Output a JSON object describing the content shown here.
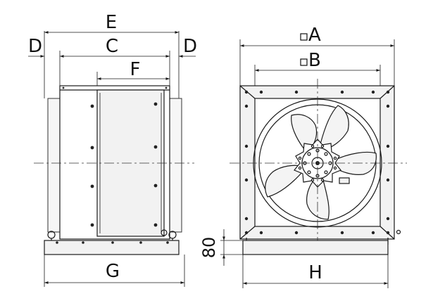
{
  "drawing": {
    "labels": {
      "dim_E": "E",
      "dim_C": "C",
      "dim_F": "F",
      "dim_D_left": "D",
      "dim_D_right": "D",
      "dim_G": "G",
      "dim_A": "A",
      "dim_B": "B",
      "dim_H": "H",
      "dim_80": "80"
    }
  }
}
